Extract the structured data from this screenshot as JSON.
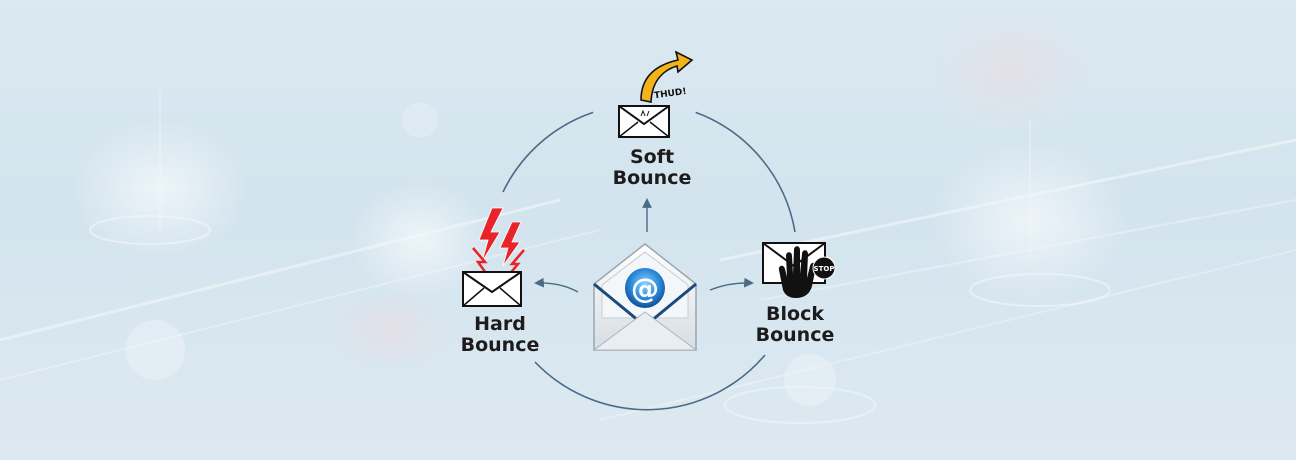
{
  "center": {
    "icon": "email-at-envelope-icon",
    "symbol": "@"
  },
  "nodes": {
    "soft": {
      "line1": "Soft",
      "line2": "Bounce",
      "icon": "envelope-bounce-arrow-icon",
      "sound": "THUD!"
    },
    "hard": {
      "line1": "Hard",
      "line2": "Bounce",
      "icon": "envelope-lightning-icon"
    },
    "block": {
      "line1": "Block",
      "line2": "Bounce",
      "icon": "envelope-stop-hand-icon",
      "sign": "STOP"
    }
  },
  "colors": {
    "circle": "#4a6a86",
    "lightning": "#e8232a",
    "arrow_fill": "#f2b418",
    "at_blue": "#2a8ad8"
  }
}
